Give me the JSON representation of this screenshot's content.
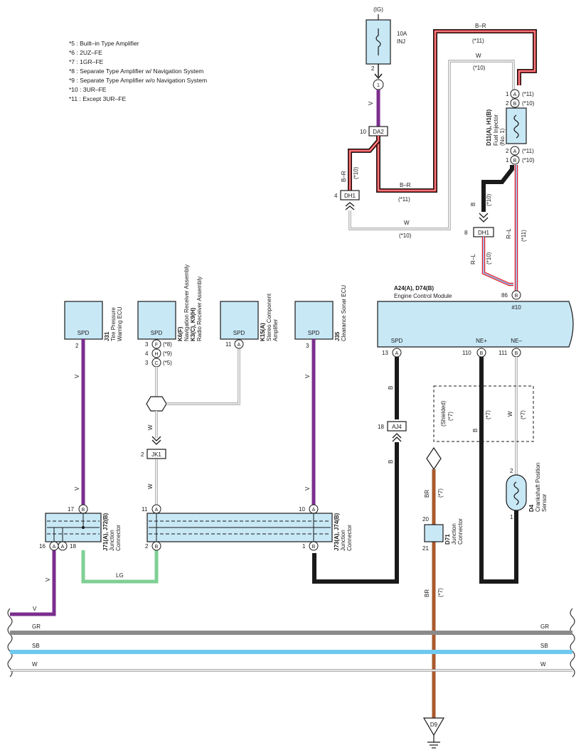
{
  "fuse": {
    "supply": "(IG)",
    "rating": "10A",
    "name": "INJ",
    "pin": "2"
  },
  "notes": [
    "*5 : Built–in Type Amplifier",
    "*6 : 2UZ–FE",
    "*7 : 1GR–FE",
    "*8 : Separate Type Amplifier w/ Navigation System",
    "*9 : Separate Type Amplifier w/o Navigation System",
    "*10 : 3UR–FE",
    "*11 : Except 3UR–FE"
  ],
  "wires": {
    "v": "V",
    "br": "B–R",
    "w": "W",
    "b": "B",
    "rl": "R–L",
    "lg": "LG",
    "gr": "GR",
    "sb": "SB",
    "brn": "BR"
  },
  "variants": {
    "v11": "(*11)",
    "v10": "(*10)",
    "v7": "(*7)",
    "v8": "(*8)",
    "v9": "(*9)",
    "v5": "(*5)"
  },
  "connectors": {
    "da2": "DA2",
    "dh1": "DH1",
    "jk1": "JK1",
    "aj4": "AJ4",
    "d9": "D9",
    "da2_pin": "10",
    "dh1_pin_left": "4",
    "dh1_pin_right": "8",
    "jk1_pin": "2",
    "aj4_pin": "18",
    "fuse_conn": "1"
  },
  "injector": {
    "title": "D11(A), H1(B)",
    "name": "Fuel Injector",
    "sub": "(No. 1)"
  },
  "ecm": {
    "title": "A24(A), D74(B)",
    "name": "Engine Control Module",
    "code": "#10",
    "spd": "SPD",
    "neplus": "NE+",
    "neminus": "NE–",
    "pin_spd": "13",
    "pin_neplus": "110",
    "pin_neminus": "111",
    "pin_86": "86"
  },
  "components": {
    "j31": {
      "code": "J31",
      "name": "Tire Pressure",
      "name2": "Warning ECU",
      "pin": "2",
      "term": "SPD"
    },
    "k6": {
      "code": "K6(F)",
      "code2": "K3(C), K9(H)",
      "name": "Navigation Receiver Assembly",
      "name2": "Radio Receiver Assembly",
      "term": "SPD",
      "pins": [
        "3",
        "4",
        "3"
      ],
      "letters": [
        "F",
        "H",
        "C"
      ]
    },
    "k15": {
      "code": "K15(A)",
      "name": "Stereo Component",
      "name2": "Amplifier",
      "pin": "11",
      "term": "SPD"
    },
    "j35": {
      "code": "J35",
      "name": "Clearance Sonar ECU",
      "pin": "3",
      "term": "SPD"
    }
  },
  "junctions": {
    "j71": {
      "code": "J71(A), J72(B)",
      "name": "Junction",
      "name2": "Connector",
      "pins": [
        "17",
        "16",
        "18"
      ]
    },
    "j73": {
      "code": "J73(A), J74(B)",
      "name": "Junction",
      "name2": "Connector",
      "pins": [
        "11",
        "10",
        "2",
        "1"
      ]
    },
    "d71": {
      "code": "D71",
      "name": "Junction",
      "name2": "Connector",
      "pins": [
        "20",
        "21"
      ]
    }
  },
  "sensor": {
    "code": "D4",
    "name": "Crankshaft Position",
    "name2": "Sensor",
    "pins": [
      "2",
      "1"
    ]
  },
  "shield": "(Shielded)",
  "pin_letters": {
    "a": "A",
    "b": "B"
  }
}
